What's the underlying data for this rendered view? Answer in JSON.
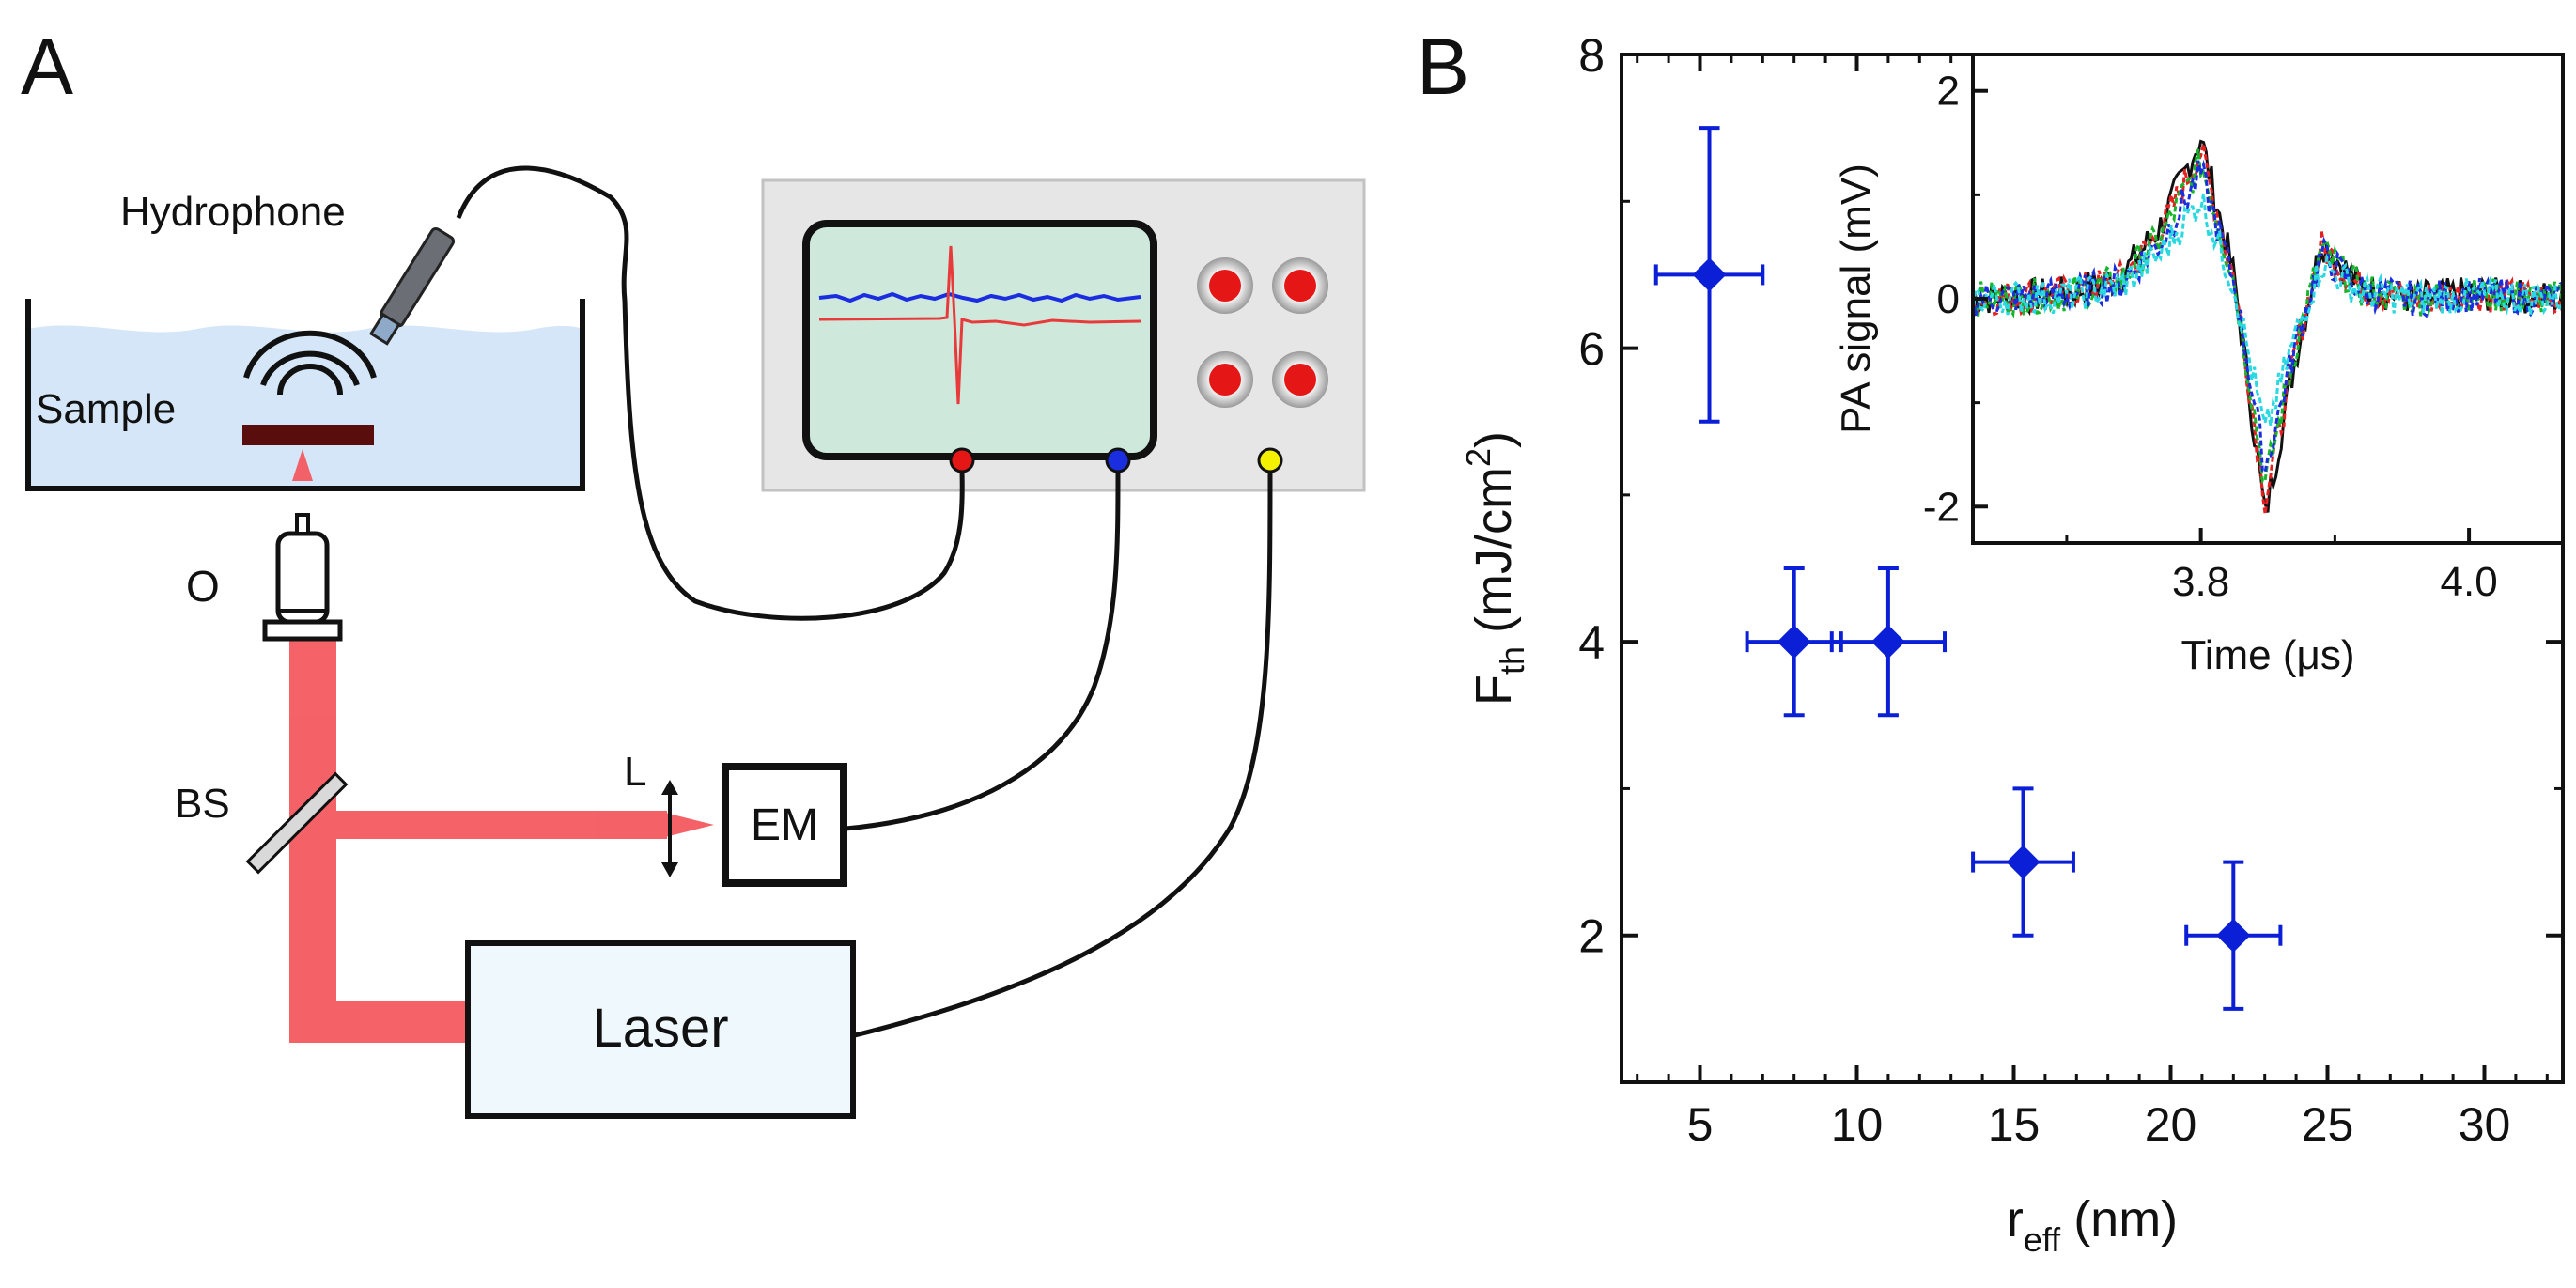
{
  "panel_a": {
    "panel_label": "A",
    "hydrophone_label": "Hydrophone",
    "sample_label": "Sample",
    "objective_label": "O",
    "beamsplitter_label": "BS",
    "lens_label": "L",
    "energy_meter_label": "EM",
    "laser_label": "Laser",
    "colors": {
      "beam": "#f4555b",
      "water": "#d5e6f8",
      "screen": "#cfe8dc",
      "knob": "#e51616",
      "port_red": "#e51616",
      "port_blue": "#1a2ee0",
      "port_yellow": "#f4f000"
    }
  },
  "panel_b": {
    "panel_label": "B",
    "ylabel_main": "F",
    "ylabel_sub": "th",
    "ylabel_units": "(mJ/cm",
    "ylabel_sup": "2",
    "ylabel_close": ")",
    "xlabel_main": "r",
    "xlabel_sub": "eff",
    "xlabel_units": "(nm)",
    "colors": {
      "points": "#0a1fd6",
      "axis": "#111111"
    }
  },
  "chart_data": [
    {
      "type": "scatter",
      "title": "",
      "xlabel": "r_eff (nm)",
      "ylabel": "F_th (mJ/cm^2)",
      "xlim": [
        2.5,
        32.5
      ],
      "ylim": [
        1.0,
        8.0
      ],
      "xticks": [
        5,
        10,
        15,
        20,
        25,
        30
      ],
      "yticks": [
        2,
        4,
        6,
        8
      ],
      "grid": false,
      "series": [
        {
          "x": [
            5.3,
            8.0,
            11.0,
            15.3,
            22.0
          ],
          "y": [
            6.5,
            4.0,
            4.0,
            2.5,
            2.0
          ],
          "x_err": [
            1.7,
            1.5,
            1.8,
            1.6,
            1.5
          ],
          "y_err": [
            1.0,
            0.5,
            0.5,
            0.5,
            0.5
          ]
        }
      ]
    },
    {
      "type": "line",
      "title": "",
      "xlabel": "Time (μs)",
      "ylabel": "PA signal (mV)",
      "xlim": [
        3.63,
        4.07
      ],
      "ylim": [
        -2.35,
        2.35
      ],
      "xticks": [
        3.8,
        4.0
      ],
      "xtick_labels": [
        "3.8",
        "4.0"
      ],
      "yticks": [
        -2,
        0,
        2
      ],
      "grid": false,
      "series_colors": [
        "#111111",
        "#e62020",
        "#17b52c",
        "#1a2ee0",
        "#29d8e0"
      ],
      "waveform": {
        "x": [
          3.63,
          3.7,
          3.74,
          3.77,
          3.8,
          3.825,
          3.848,
          3.87,
          3.89,
          3.92,
          3.96,
          4.0,
          4.07
        ],
        "y": [
          0.0,
          0.05,
          0.2,
          0.7,
          1.55,
          0.2,
          -2.1,
          -0.6,
          0.55,
          0.1,
          0.0,
          0.05,
          0.0
        ]
      },
      "series_peak_scale": [
        1.0,
        0.92,
        0.85,
        0.78,
        0.62
      ]
    }
  ]
}
